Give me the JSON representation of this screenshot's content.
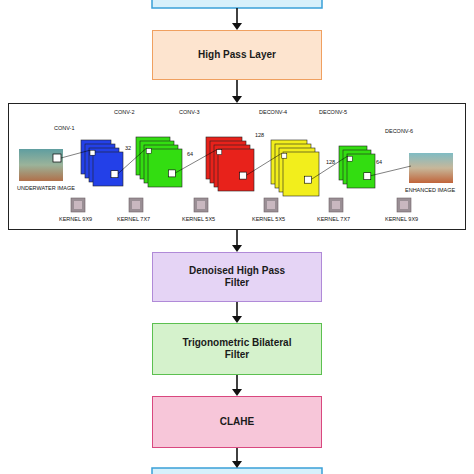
{
  "diagram": {
    "nodes": [
      {
        "text": [
          "High Pass Layer"
        ]
      },
      {
        "text": [
          "CONV-2",
          "CONV-3",
          "DECONV-4",
          "DECONV-5",
          "CONV-1",
          "DECONV-6",
          "32",
          "64",
          "128",
          "128",
          "64",
          "UNDERWATER IMAGE",
          "ENHANCED IMAGE",
          "KERNEL 9X9",
          "KERNEL 7X7",
          "KERNEL 5X5",
          "KERNEL 5X5",
          "KERNEL 7X7",
          "KERNEL 9X9"
        ]
      },
      {
        "text": [
          "Denoised High Pass Filter"
        ]
      },
      {
        "text": [
          "Trigonometric Bilateral Filter"
        ]
      },
      {
        "text": [
          "CLAHE"
        ]
      }
    ],
    "edges": [
      {
        "from": 0,
        "to": 1,
        "arrow": "to"
      },
      {
        "from": 1,
        "to": 2,
        "arrow": "to"
      },
      {
        "from": 2,
        "to": 3,
        "arrow": "to"
      },
      {
        "from": 3,
        "to": 4,
        "arrow": "to"
      }
    ]
  }
}
